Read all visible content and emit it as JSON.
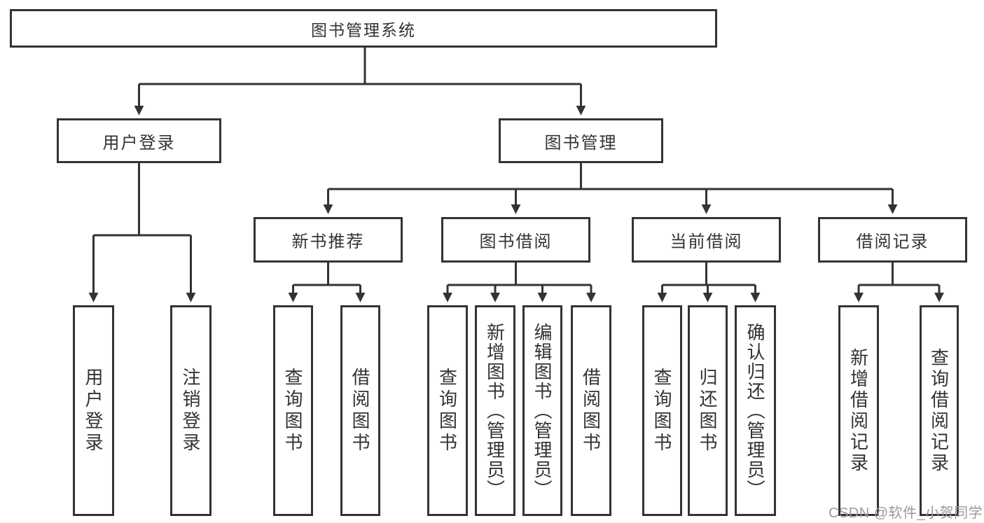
{
  "tree": {
    "root": {
      "label": "图书管理系统"
    },
    "branches": [
      {
        "label": "用户登录",
        "children": [
          {
            "label": "用户登录"
          },
          {
            "label": "注销登录"
          }
        ]
      },
      {
        "label": "图书管理",
        "children": [
          {
            "label": "新书推荐",
            "children": [
              {
                "label": "查询图书"
              },
              {
                "label": "借阅图书"
              }
            ]
          },
          {
            "label": "图书借阅",
            "children": [
              {
                "label": "查询图书"
              },
              {
                "label": "新增图书（管理员）"
              },
              {
                "label": "编辑图书（管理员）"
              },
              {
                "label": "借阅图书"
              }
            ]
          },
          {
            "label": "当前借阅",
            "children": [
              {
                "label": "查询图书"
              },
              {
                "label": "归还图书"
              },
              {
                "label": "确认归还（管理员）"
              }
            ]
          },
          {
            "label": "借阅记录",
            "children": [
              {
                "label": "新增借阅记录"
              },
              {
                "label": "查询借阅记录"
              }
            ]
          }
        ]
      }
    ]
  },
  "watermark": {
    "text": "CSDN @软件_小贺同学"
  },
  "colors": {
    "line": "#333333",
    "box_border": "#333333",
    "text": "#333333",
    "background": "#ffffff",
    "watermark": "#9a9aa2"
  }
}
